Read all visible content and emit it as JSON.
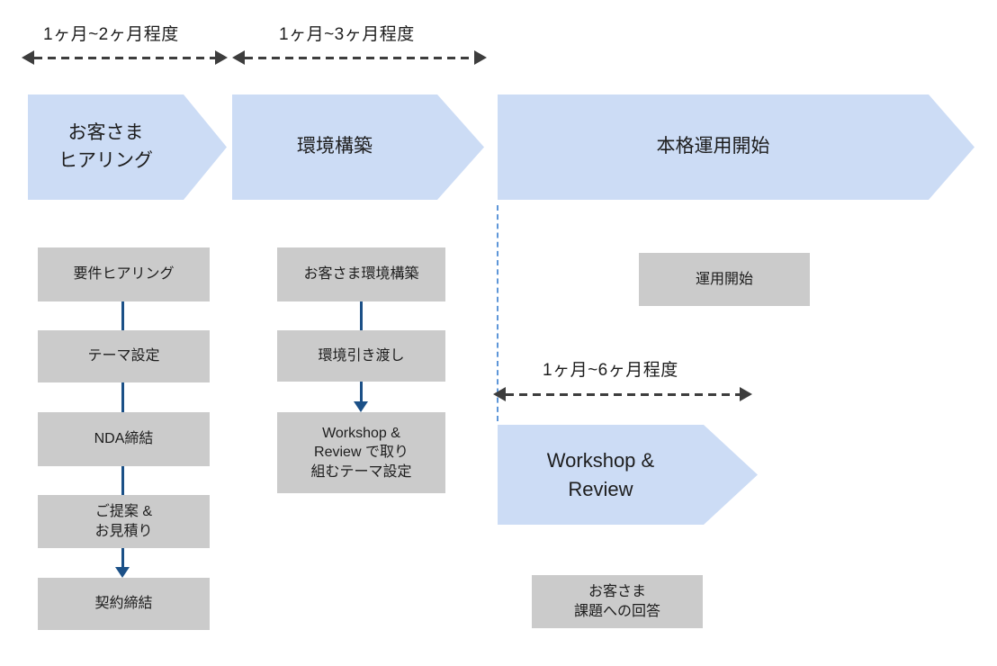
{
  "colors": {
    "phase_fill": "#ccdcf5",
    "box_fill": "#cbcbcb",
    "connector_blue": "#1b5087",
    "timeline_gray": "#3d3d3d",
    "divider_blue": "#5e96d8",
    "text": "#1d1d1d"
  },
  "timelines": {
    "phase1": "1ヶ月~2ヶ月程度",
    "phase2": "1ヶ月~3ヶ月程度",
    "workshop": "1ヶ月~6ヶ月程度"
  },
  "phases": {
    "hearing": "お客さま\nヒアリング",
    "setup": "環境構築",
    "production": "本格運用開始",
    "workshop": "Workshop &\nReview"
  },
  "steps": {
    "hearing": [
      "要件ヒアリング",
      "テーマ設定",
      "NDA締結",
      "ご提案 &\nお見積り",
      "契約締結"
    ],
    "setup": [
      "お客さま環境構築",
      "環境引き渡し",
      "Workshop &\nReview で取り\n組むテーマ設定"
    ],
    "production": [
      "運用開始"
    ],
    "workshop": [
      "お客さま\n課題への回答"
    ]
  }
}
